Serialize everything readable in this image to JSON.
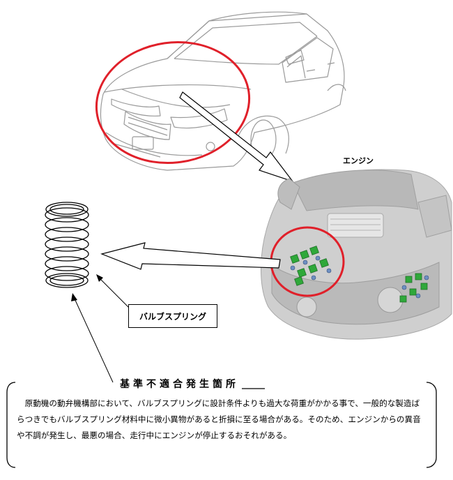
{
  "engine_label": "エンジン",
  "spring_label": "バルブスプリング",
  "defect_section": {
    "title": "基準不適合発生箇所",
    "body": "原動機の動弁機構部において、バルブスプリングに設計条件よりも過大な荷重がかかる事で、一般的な製造ばらつきでもバルブスプリング材料中に微小異物があると折損に至る場合がある。そのため、エンジンからの異音や不調が発生し、最悪の場合、走行中にエンジンが停止するおそれがある。"
  },
  "colors": {
    "highlight_circle": "#e0202a",
    "line_art": "#9a9a9a",
    "engine_body": "#c8c8c8",
    "valve_parts": "#2fa83a"
  },
  "icons": [
    "car-illustration",
    "engine-illustration",
    "valve-spring-icon",
    "callout-arrow-icon"
  ]
}
